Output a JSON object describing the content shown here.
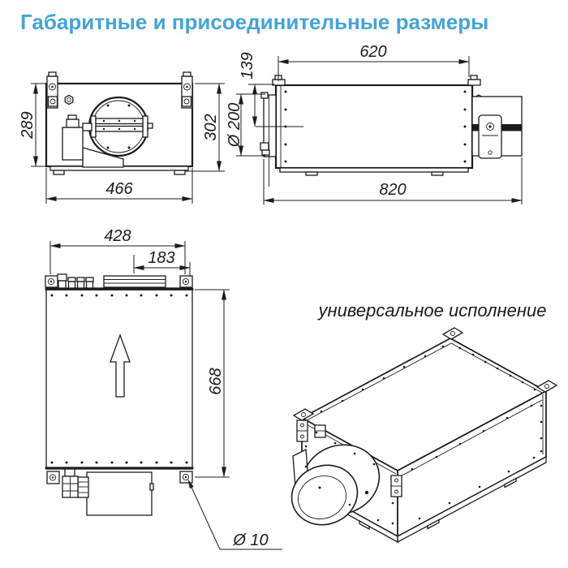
{
  "title": "Габаритные и присоединительные размеры",
  "views": {
    "front": {
      "height": "289",
      "height_total": "302",
      "width": "466"
    },
    "side": {
      "length_top": "620",
      "axis_offset": "139",
      "duct_diameter": "Ø 200",
      "length_total": "820"
    },
    "top": {
      "width": "428",
      "flange_offset": "183",
      "length": "668",
      "mount_hole": "Ø 10"
    },
    "iso": {
      "caption": "универсальное исполнение"
    }
  },
  "colors": {
    "accent": "#45A4D7",
    "line": "#1C1C1C",
    "background": "#FFFFFF"
  }
}
